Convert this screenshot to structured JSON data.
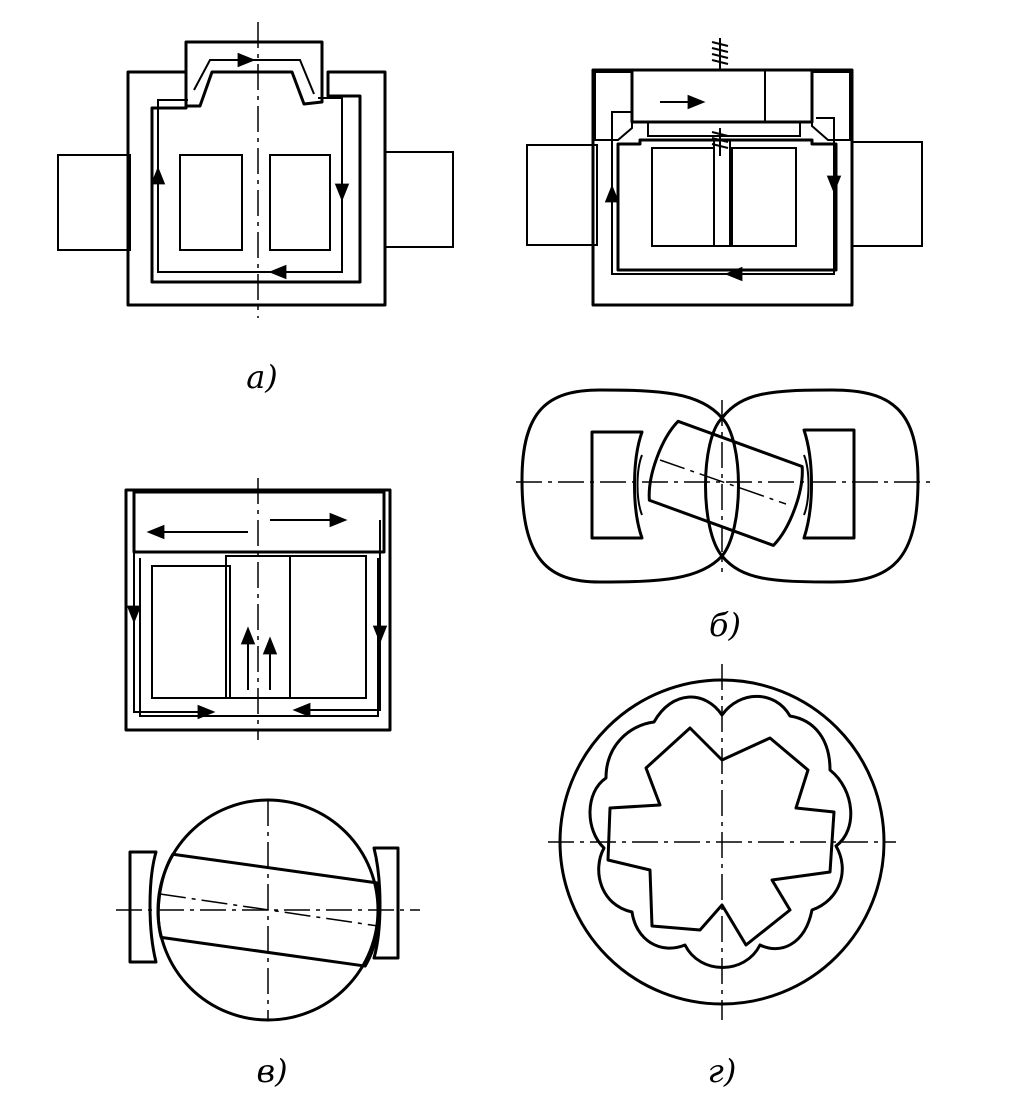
{
  "diagram": {
    "panels": [
      {
        "id": "a",
        "label": "а)"
      },
      {
        "id": "b",
        "label": "б)"
      },
      {
        "id": "v",
        "label": "в)"
      },
      {
        "id": "g",
        "label": "г)"
      }
    ],
    "colors": {
      "ink": "#000000",
      "paper": "#ffffff"
    }
  }
}
